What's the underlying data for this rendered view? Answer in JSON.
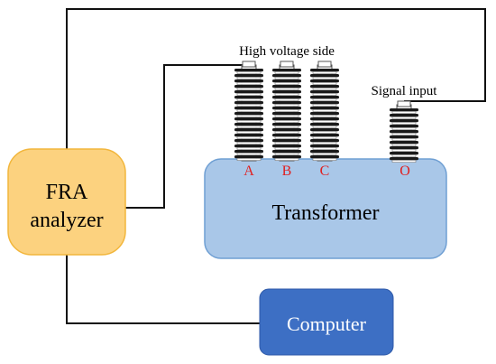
{
  "hv_label": "High voltage side",
  "signal_label": "Signal input",
  "fra_line1": "FRA",
  "fra_line2": "analyzer",
  "transformer_label": "Transformer",
  "computer_label": "Computer",
  "terminals": [
    "A",
    "B",
    "C",
    "O"
  ],
  "colors": {
    "fra_fill": "#fcd27f",
    "fra_stroke": "#f2b63c",
    "transformer_fill": "#a9c7e8",
    "transformer_stroke": "#6f9fd3",
    "computer_fill": "#3d6fc4",
    "terminal_text": "#e02020",
    "wire": "#111111"
  }
}
